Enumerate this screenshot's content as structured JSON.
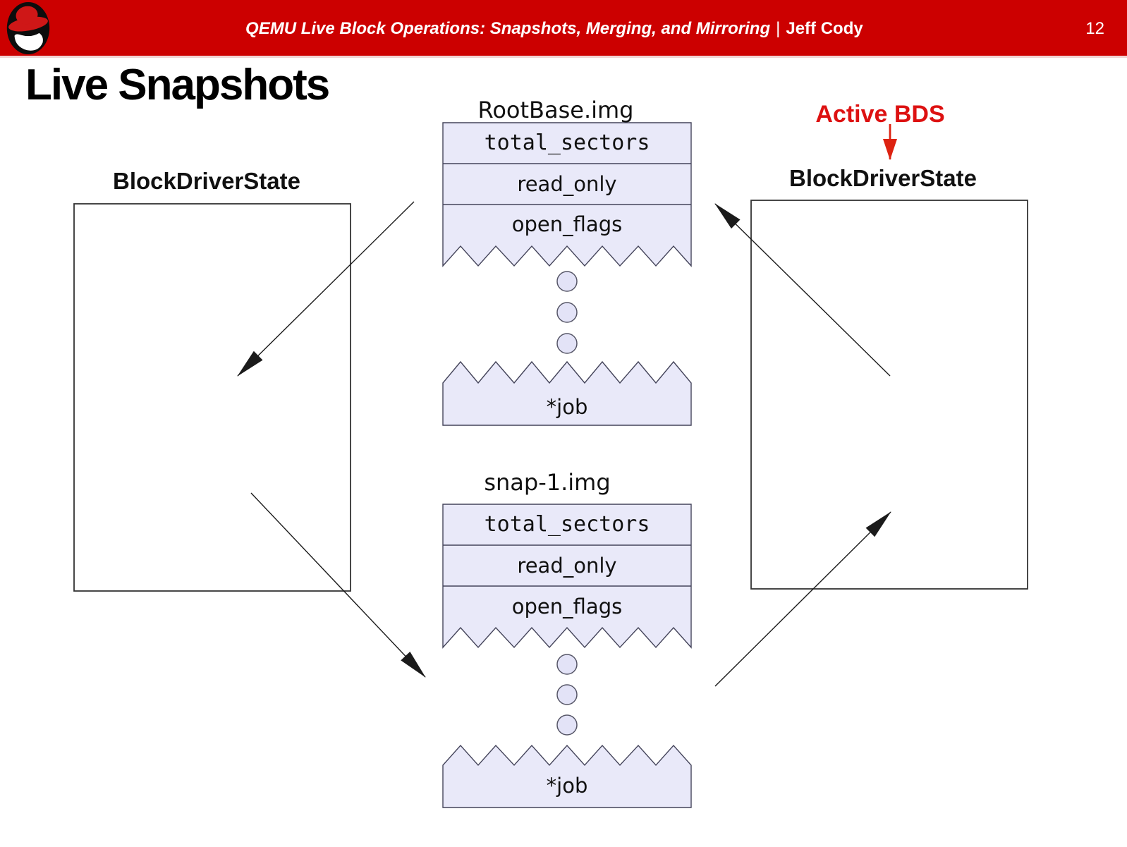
{
  "header": {
    "title": "QEMU Live Block Operations: Snapshots, Merging, and Mirroring",
    "separator": "|",
    "author": "Jeff Cody",
    "page_number": "12"
  },
  "slide_title": "Live Snapshots",
  "diagram": {
    "left_bds_label": "BlockDriverState",
    "right_bds_label": "BlockDriverState",
    "active_bds_label": "Active BDS",
    "rootbase": {
      "title": "RootBase.img",
      "fields": [
        "total_sectors",
        "read_only",
        "open_flags"
      ],
      "job_field": "*job"
    },
    "snap1": {
      "title": "snap-1.img",
      "fields": [
        "total_sectors",
        "read_only",
        "open_flags"
      ],
      "job_field": "*job"
    }
  },
  "colors": {
    "header_red": "#cc0000",
    "struct_fill": "#e9e9f9",
    "accent_red": "#dd1111",
    "arrow_red": "#dd2211"
  }
}
